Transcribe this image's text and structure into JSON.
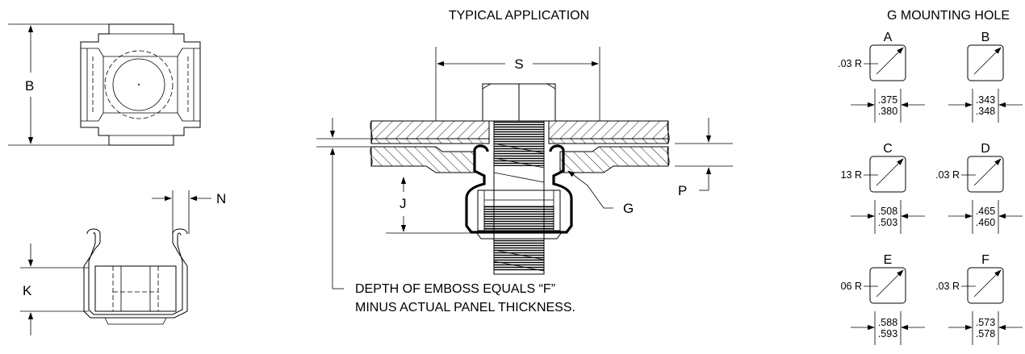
{
  "typical_application": {
    "title": "TYPICAL APPLICATION",
    "dim_s": "S",
    "dim_j": "J",
    "dim_p": "P",
    "callout_g": "G",
    "note_line1": "DEPTH OF EMBOSS EQUALS “F”",
    "note_line2": "MINUS ACTUAL PANEL THICKNESS."
  },
  "top_view": {
    "dim_b": "B"
  },
  "side_view": {
    "dim_n": "N",
    "dim_k": "K"
  },
  "mounting_hole": {
    "title": "G MOUNTING HOLE",
    "holes": [
      {
        "letter": "A",
        "radius": ".03 R",
        "dim_top": ".375",
        "dim_bottom": ".380"
      },
      {
        "letter": "B",
        "radius": "",
        "dim_top": ".343",
        "dim_bottom": ".348"
      },
      {
        "letter": "C",
        "radius": "13 R",
        "dim_top": ".508",
        "dim_bottom": ".503"
      },
      {
        "letter": "D",
        "radius": ".03 R",
        "dim_top": ".465",
        "dim_bottom": ".460"
      },
      {
        "letter": "E",
        "radius": "06 R",
        "dim_top": ".588",
        "dim_bottom": ".593"
      },
      {
        "letter": "F",
        "radius": ".03 R",
        "dim_top": ".573",
        "dim_bottom": ".578"
      }
    ]
  }
}
